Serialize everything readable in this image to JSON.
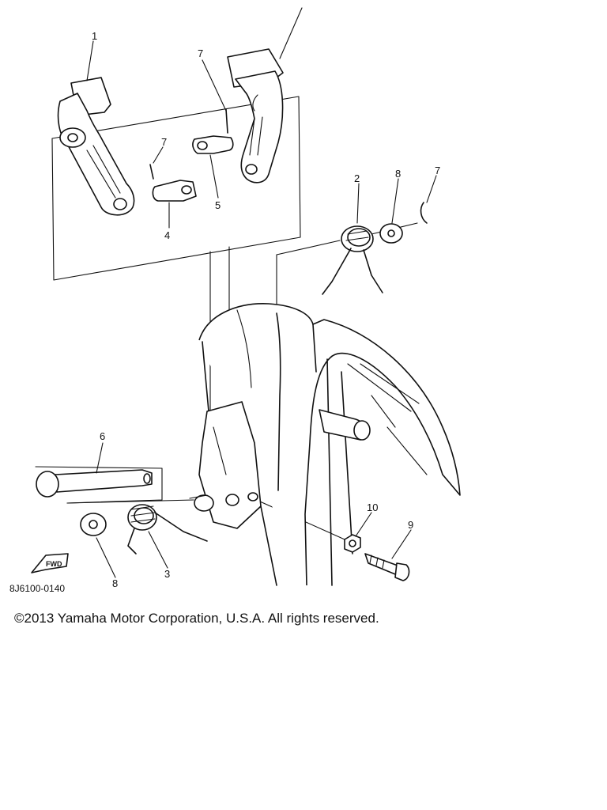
{
  "diagram": {
    "callouts": [
      "1",
      "7",
      "7",
      "2",
      "8",
      "7",
      "5",
      "4",
      "6",
      "10",
      "9",
      "3",
      "8"
    ],
    "drawing_code": "8J6100-0140",
    "direction_badge": "FWD"
  },
  "footer": {
    "copyright": "©2013 Yamaha Motor Corporation, U.S.A. All rights reserved."
  }
}
